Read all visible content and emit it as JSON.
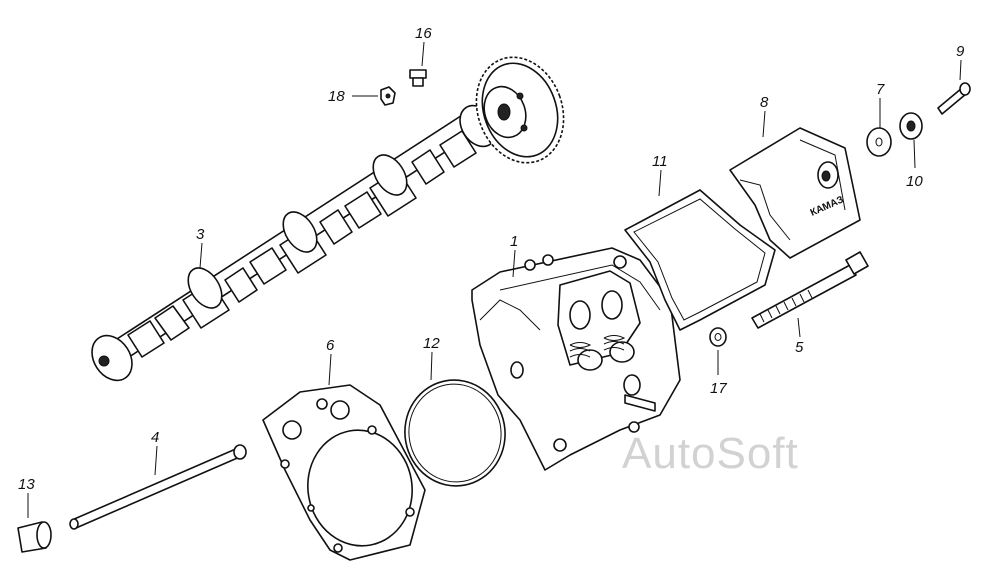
{
  "diagram": {
    "callouts": [
      {
        "id": "1",
        "label": "1"
      },
      {
        "id": "3",
        "label": "3"
      },
      {
        "id": "4",
        "label": "4"
      },
      {
        "id": "5",
        "label": "5"
      },
      {
        "id": "6",
        "label": "6"
      },
      {
        "id": "7",
        "label": "7"
      },
      {
        "id": "8",
        "label": "8"
      },
      {
        "id": "9",
        "label": "9"
      },
      {
        "id": "10",
        "label": "10"
      },
      {
        "id": "11",
        "label": "11"
      },
      {
        "id": "12",
        "label": "12"
      },
      {
        "id": "13",
        "label": "13"
      },
      {
        "id": "16",
        "label": "16"
      },
      {
        "id": "17",
        "label": "17"
      },
      {
        "id": "18",
        "label": "18"
      }
    ],
    "cover_brand": "КАМАЗ",
    "watermark": "AutoSoft"
  }
}
